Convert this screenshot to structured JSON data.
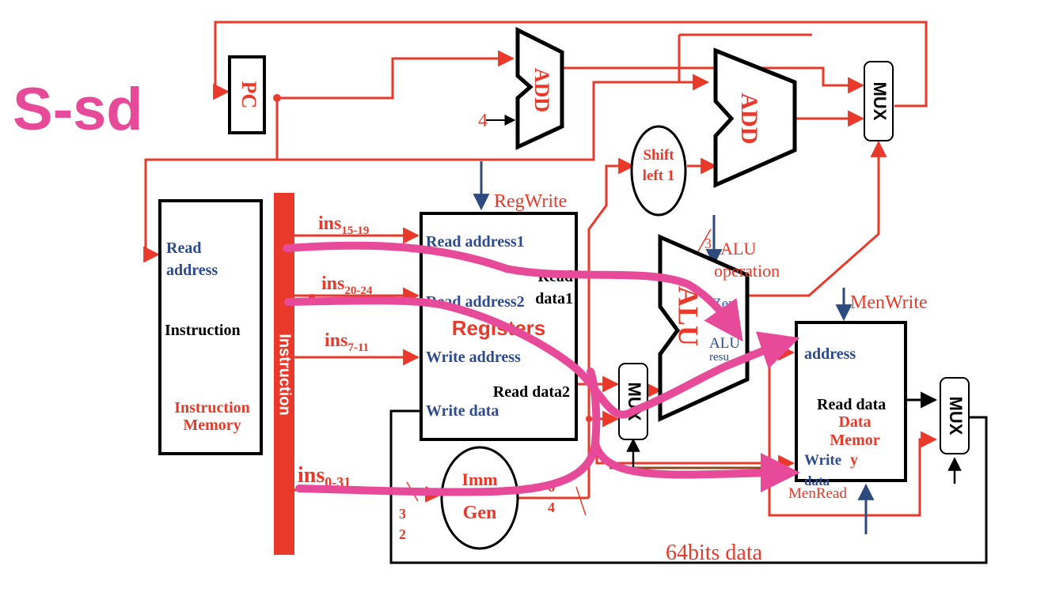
{
  "slide_title": "S-sd",
  "pc": {
    "label": "PC"
  },
  "add_top": {
    "label": "ADD",
    "const_input": "4"
  },
  "add_branch": {
    "label": "ADD"
  },
  "shift_left": {
    "line1": "Shift",
    "line2": "left 1"
  },
  "mux_branch": {
    "label": "MUX"
  },
  "mux_alu": {
    "label": "MUX"
  },
  "mux_wb": {
    "label": "MUX"
  },
  "instruction_memory": {
    "read_address_line1": "Read",
    "read_address_line2": "address",
    "instruction": "Instruction",
    "name_line1": "Instruction",
    "name_line2": "Memory"
  },
  "instruction_bus": {
    "label": "Instruction"
  },
  "fields": {
    "rs1": {
      "base": "ins",
      "sub": "15-19"
    },
    "rs2": {
      "base": "ins",
      "sub": "20-24"
    },
    "rd": {
      "base": "ins",
      "sub": "7-11"
    },
    "all": {
      "base": "ins",
      "sub": "0-31"
    }
  },
  "registers": {
    "title": "Registers",
    "read_address1": "Read address1",
    "read_address2": "Read address2",
    "write_address": "Write address",
    "write_data": "Write data",
    "read_data1_line1": "Read",
    "read_data1_line2": "data1",
    "read_data2": "Read data2",
    "control": "RegWrite"
  },
  "alu": {
    "label": "ALU",
    "zero": "Zer",
    "result_line1": "ALU",
    "result_line2": "resu",
    "op_bits": "3",
    "op_line1": "ALU",
    "op_line2": "operation"
  },
  "imm_gen": {
    "line1": "Imm",
    "line2": "Gen",
    "in_bits_1": "3",
    "in_bits_2": "2",
    "out_bits_1": "6",
    "out_bits_2": "4"
  },
  "data_memory": {
    "address": "address",
    "read_data": "Read data",
    "name_line1": "Data",
    "name_line2": "Memor",
    "name_line3": "y",
    "write_data_line1": "Write",
    "write_data_line2": "data",
    "write_control": "MenWrite",
    "read_control": "MenRead"
  },
  "bus_label": "64bits data",
  "colors": {
    "wire": "#e8392a",
    "control": "#2c4a7e",
    "highlight": "#e84a9a",
    "title": "#e84a9a",
    "label_blue": "#2c4a8c",
    "bus": "#e8392a"
  }
}
